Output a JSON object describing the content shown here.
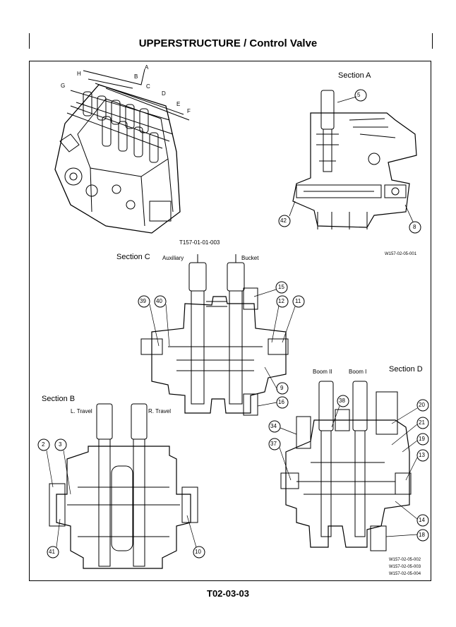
{
  "header": {
    "title": "UPPERSTRUCTURE / Control Valve"
  },
  "overview": {
    "arrow_letters": [
      "A",
      "B",
      "C",
      "D",
      "E",
      "F",
      "G",
      "H"
    ],
    "figure_code": "T157-01-01-003"
  },
  "section_a": {
    "title": "Section A",
    "callouts": [
      "5",
      "42",
      "8"
    ],
    "figure_code": "W157-02-05-001"
  },
  "section_c": {
    "title": "Section C",
    "label_left": "Auxiliary",
    "label_right": "Bucket",
    "callouts": [
      "39",
      "40",
      "15",
      "12",
      "11",
      "9",
      "16"
    ]
  },
  "section_b": {
    "title": "Section B",
    "label_left": "L. Travel",
    "label_right": "R. Travel",
    "callouts": [
      "2",
      "3",
      "41",
      "10"
    ]
  },
  "section_d": {
    "title": "Section D",
    "label_left": "Boom II",
    "label_right": "Boom I",
    "callouts": [
      "38",
      "34",
      "37",
      "20",
      "21",
      "19",
      "13",
      "14",
      "18"
    ],
    "figure_codes": [
      "W157-02-05-002",
      "W157-02-05-003",
      "W157-02-05-004"
    ]
  },
  "footer": {
    "page_number": "T02-03-03"
  }
}
